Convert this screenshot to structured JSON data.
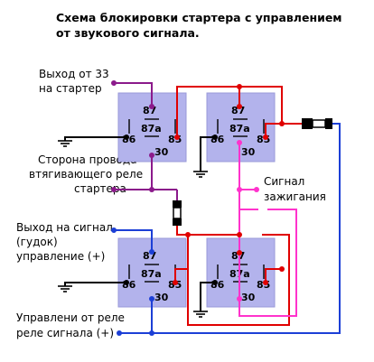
{
  "title": {
    "line1": "Схема блокировки стартера с управлением",
    "line2": "от звукового сигнала."
  },
  "labels": {
    "output_33_line1": "Выход от 33",
    "output_33_line2": "на стартер",
    "retracting_line1": "Сторона провода",
    "retracting_line2": "втягивающего реле",
    "retracting_line3": "стартера",
    "signal_out_line1": "Выход на сигнал",
    "signal_out_line2": "(гудок)",
    "signal_out_line3": "управление (+)",
    "ignition_line1": "Сигнал",
    "ignition_line2": "зажигания",
    "control_line1": "Управлени от реле",
    "control_line2": "реле сигнала (+)"
  },
  "relays": [
    {
      "id": "top-left",
      "pin87": "87",
      "pin87a": "87a",
      "pin86": "86",
      "pin85": "85",
      "pin30": "30"
    },
    {
      "id": "top-right",
      "pin87": "87",
      "pin87a": "87a",
      "pin86": "86",
      "pin85": "85",
      "pin30": "30"
    },
    {
      "id": "bottom-left",
      "pin87": "87",
      "pin87a": "87a",
      "pin86": "86",
      "pin85": "85",
      "pin30": "30"
    },
    {
      "id": "bottom-right",
      "pin87": "87",
      "pin87a": "87a",
      "pin86": "86",
      "pin85": "85",
      "pin30": "30"
    }
  ],
  "colors": {
    "relay_fill": "#b3b3ec",
    "wire_red": "#e00000",
    "wire_purple": "#8b1a8b",
    "wire_blue": "#1c3fd6",
    "wire_pink": "#ff33cc",
    "wire_black": "#000000"
  }
}
